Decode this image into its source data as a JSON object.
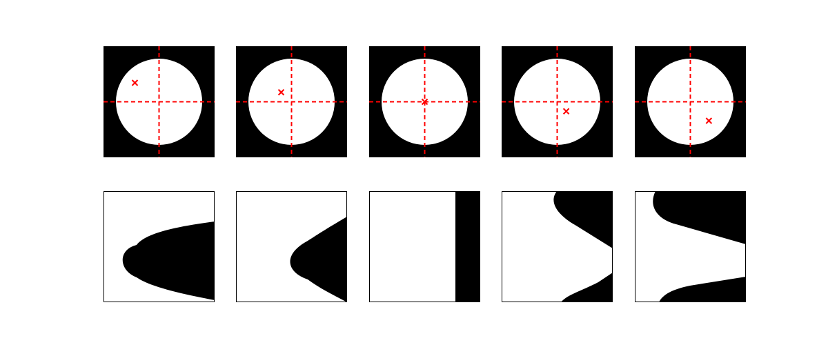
{
  "figure": {
    "panel_count": 5,
    "rows": [
      "circle-with-marker",
      "transformed-boundary"
    ]
  },
  "colors": {
    "background": "#ffffff",
    "shape_fill": "#ffffff",
    "panel_fill": "#000000",
    "crosshair": "#ff0000",
    "marker": "#ff0000",
    "frame": "#000000"
  },
  "panels": [
    {
      "marker_offset": [
        -0.56,
        0.44
      ]
    },
    {
      "marker_offset": [
        -0.24,
        0.22
      ]
    },
    {
      "marker_offset": [
        0.0,
        0.0
      ]
    },
    {
      "marker_offset": [
        0.21,
        -0.22
      ]
    },
    {
      "marker_offset": [
        0.43,
        -0.44
      ]
    }
  ],
  "icons": {
    "marker": "x-marker-icon"
  }
}
